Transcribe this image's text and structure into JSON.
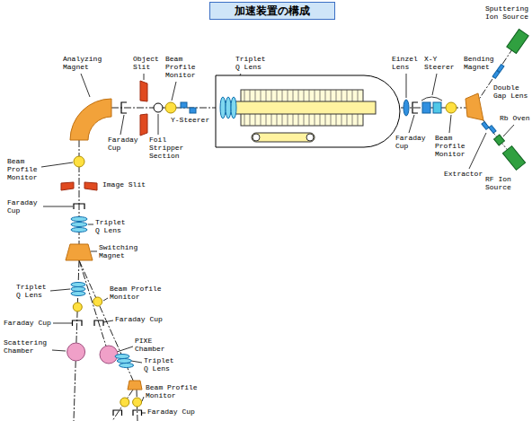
{
  "diagram": {
    "title": "加速装置の構成",
    "labels": [
      "Analyzing Magnet",
      "Object Slit",
      "Beam Profile Monitor",
      "Triplet Q Lens",
      "Einzel Lens",
      "X-Y Steerer",
      "Bending Magnet",
      "Sputtering Ion Source",
      "Double Gap Lens",
      "Rb Oven",
      "Faraday Cup",
      "Y-Steerer",
      "Foil Stripper Section",
      "Faraday Cup",
      "Beam Profile Monitor",
      "Extractor",
      "RF Ion Source",
      "Beam Profile Monitor",
      "Image Slit",
      "Faraday Cup",
      "Triplet Q Lens",
      "Switching Magnet",
      "Triplet Q Lens",
      "Beam Profile Monitor",
      "Faraday Cup",
      "Faraday Cup",
      "Scattering Chamber",
      "PIXE Chamber",
      "Triplet Q Lens",
      "Beam Profile Monitor",
      "Faraday Cup"
    ]
  }
}
